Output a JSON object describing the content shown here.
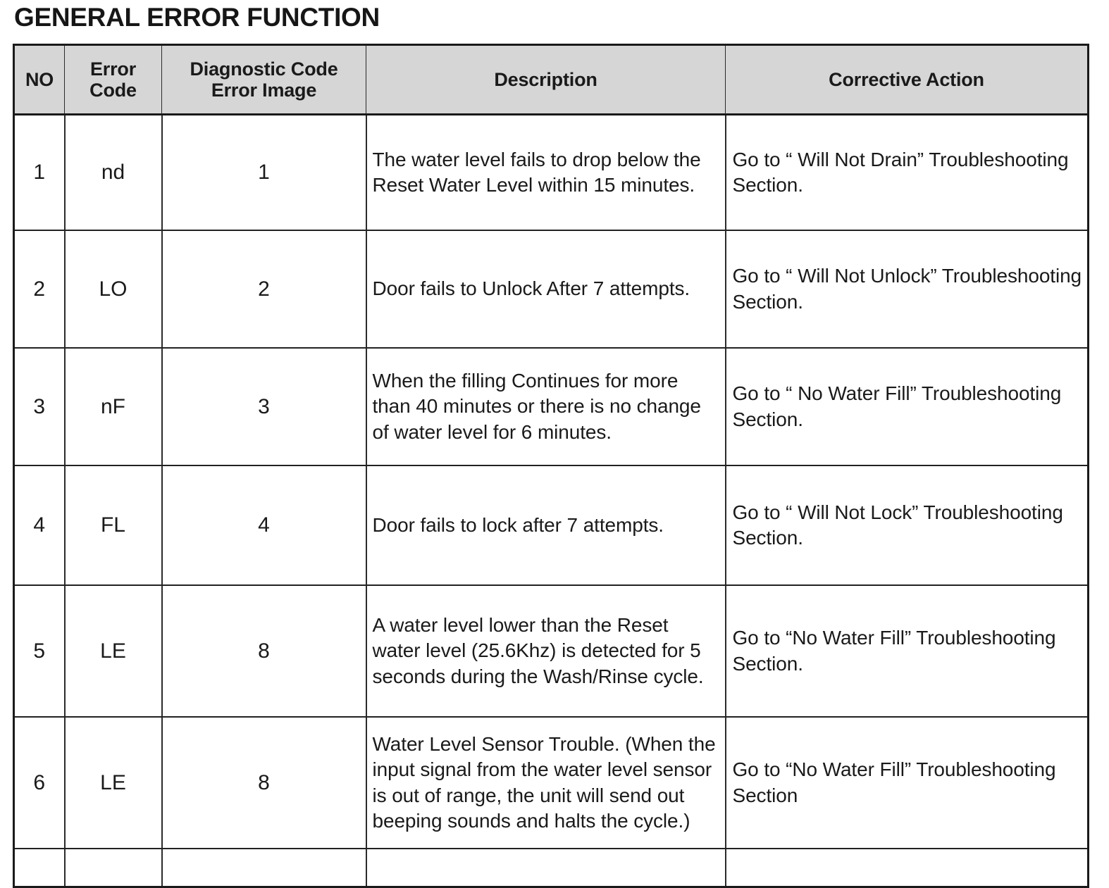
{
  "page": {
    "title": "GENERAL ERROR FUNCTION"
  },
  "table": {
    "columns": [
      {
        "key": "no",
        "label": "NO"
      },
      {
        "key": "error_code",
        "label_line1": "Error",
        "label_line2": "Code"
      },
      {
        "key": "diagnostic_code",
        "label_line1": "Diagnostic Code",
        "label_line2": "Error Image"
      },
      {
        "key": "description",
        "label": "Description"
      },
      {
        "key": "corrective_action",
        "label": "Corrective Action"
      }
    ],
    "rows": [
      {
        "no": "1",
        "error_code": "nd",
        "diagnostic_code": "1",
        "description": "The water level fails to drop below the Reset Water Level within 15 minutes.",
        "corrective_action": "Go to “ Will Not Drain” Troubleshooting Section."
      },
      {
        "no": "2",
        "error_code": "LO",
        "diagnostic_code": "2",
        "description": "Door fails to Unlock After 7 attempts.",
        "corrective_action": "Go to “ Will Not Unlock” Troubleshooting Section."
      },
      {
        "no": "3",
        "error_code": "nF",
        "diagnostic_code": "3",
        "description": "When the filling Continues for more than 40 minutes or there is no change of water level for 6 minutes.",
        "corrective_action": "Go to “ No Water Fill” Troubleshooting Section."
      },
      {
        "no": "4",
        "error_code": "FL",
        "diagnostic_code": "4",
        "description": "Door fails to lock after 7 attempts.",
        "corrective_action": "Go to “ Will Not Lock” Troubleshooting Section."
      },
      {
        "no": "5",
        "error_code": "LE",
        "diagnostic_code": "8",
        "description": "A water level lower than the Reset water level (25.6Khz) is detected for 5 seconds during the Wash/Rinse cycle.",
        "corrective_action": "Go to “No Water Fill” Troubleshooting Section."
      },
      {
        "no": "6",
        "error_code": "LE",
        "diagnostic_code": "8",
        "description": "Water Level Sensor Trouble. (When the input signal from the water level sensor is out of range, the unit will send out beeping sounds and halts the cycle.)",
        "corrective_action": "Go to “No Water Fill” Troubleshooting Section"
      },
      {
        "no": "",
        "error_code": "",
        "diagnostic_code": "",
        "description": "",
        "corrective_action": ""
      }
    ]
  }
}
